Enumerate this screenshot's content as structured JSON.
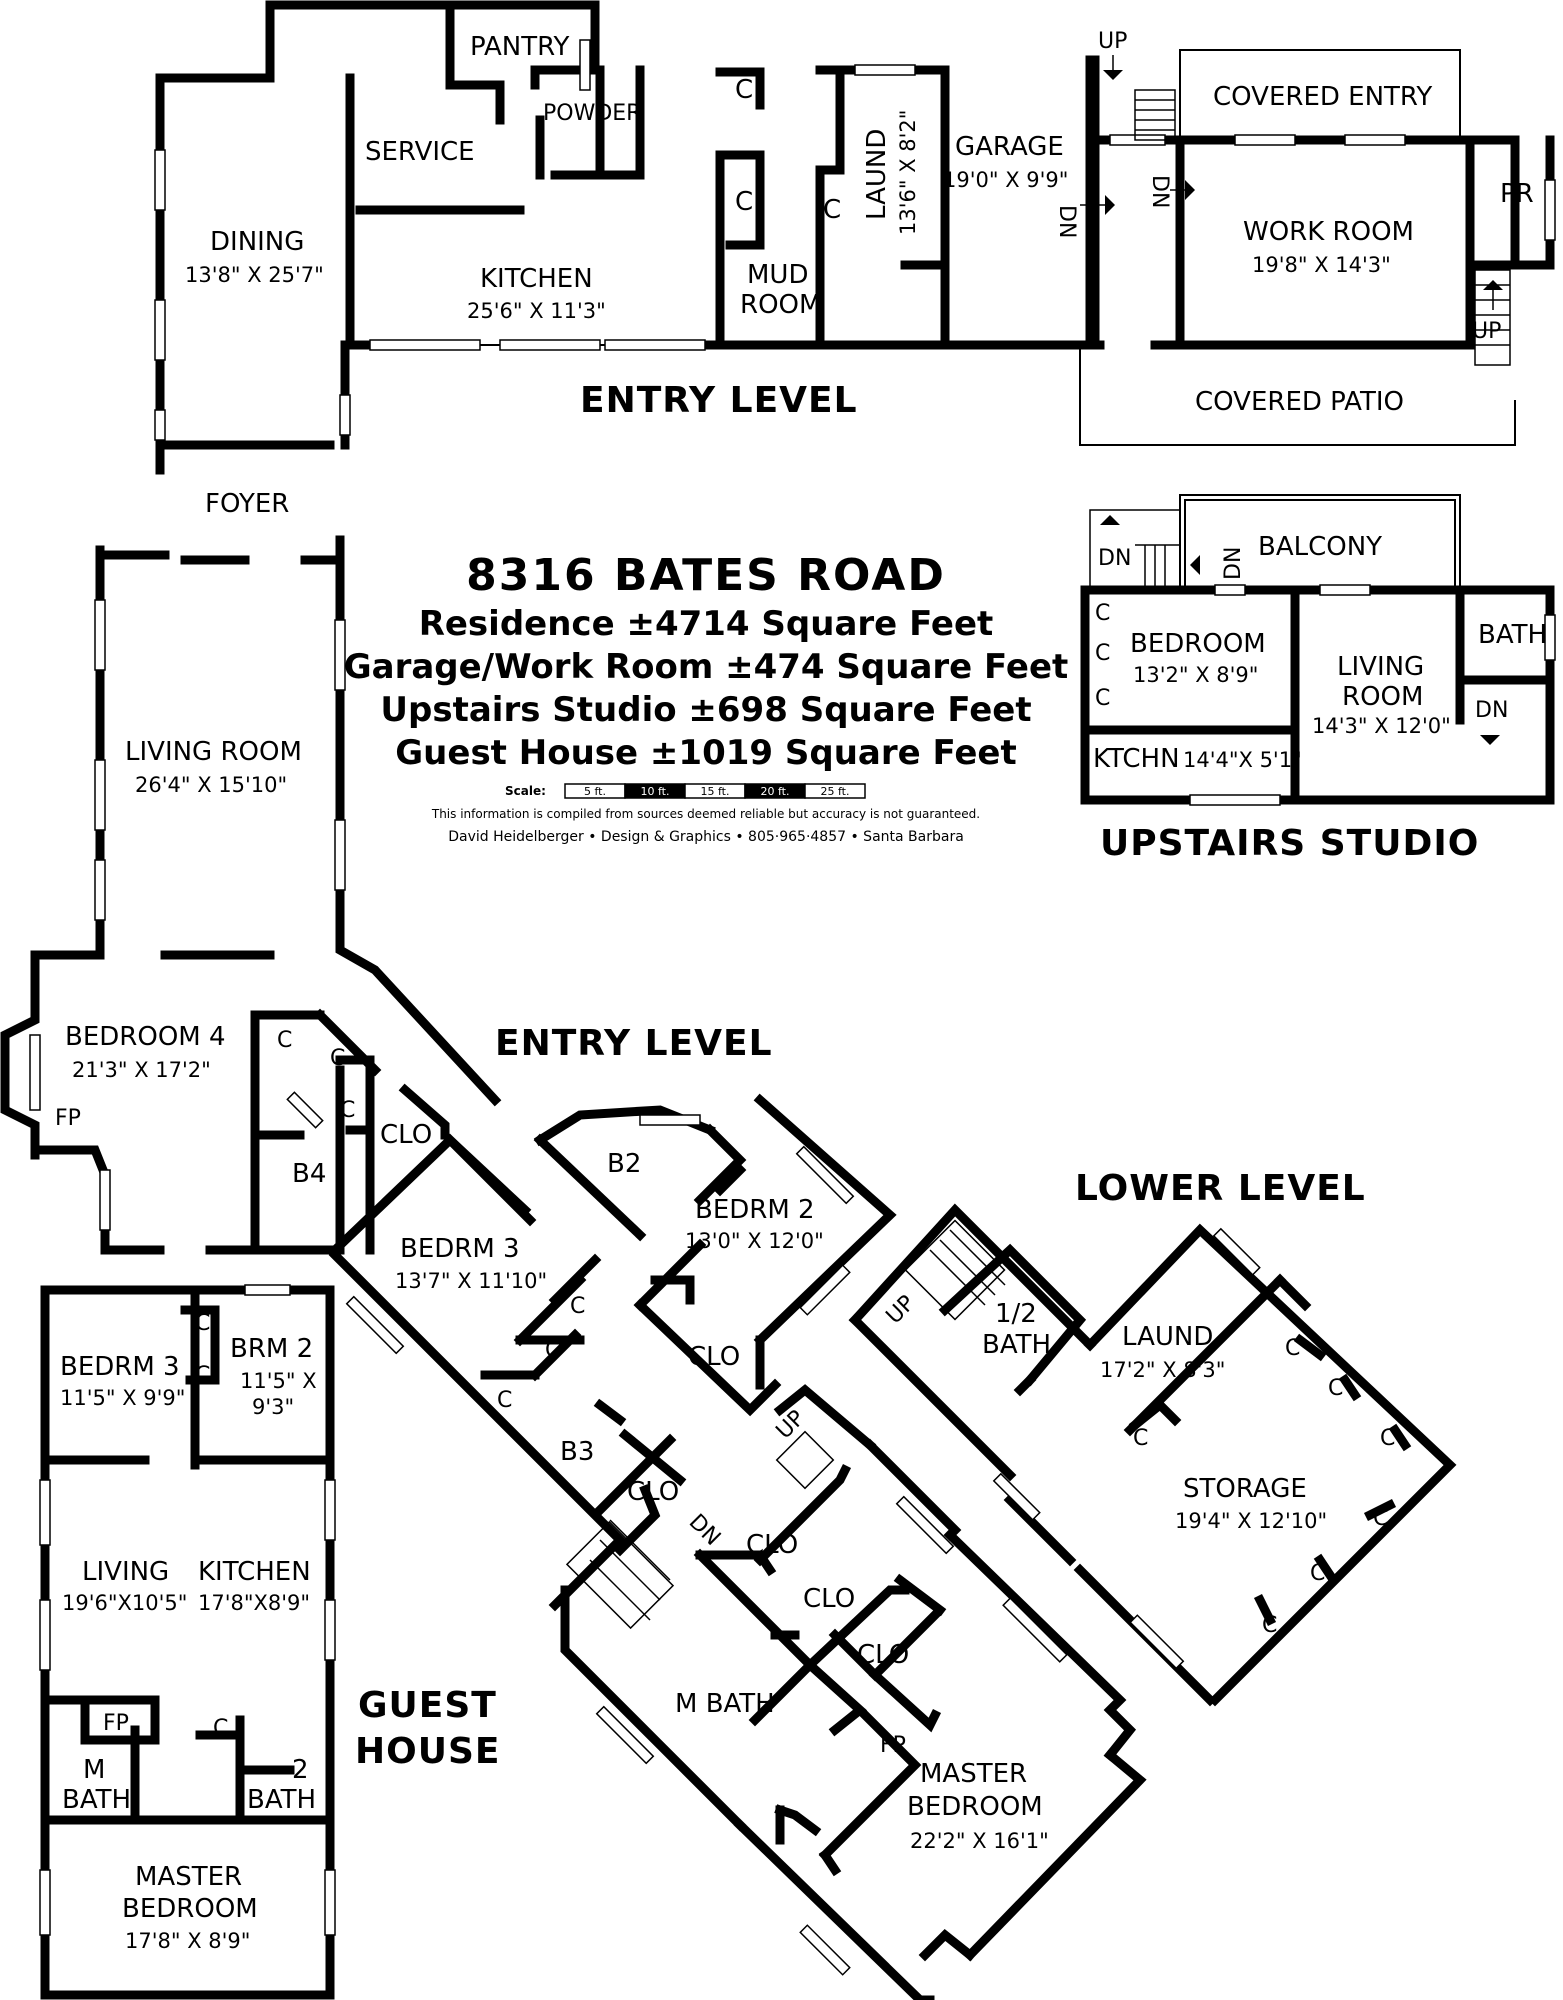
{
  "title": {
    "address": "8316 BATES ROAD",
    "lines": [
      "Residence ±4714 Square Feet",
      "Garage/Work Room ±474 Square Feet",
      "Upstairs Studio ±698 Square Feet",
      "Guest House ±1019 Square Feet"
    ],
    "scale_label": "Scale:",
    "scale_segments": [
      "5 ft.",
      "10 ft.",
      "15 ft.",
      "20 ft.",
      "25 ft."
    ],
    "disclaimer": "This information is compiled from sources deemed reliable but accuracy is not guaranteed.",
    "credit": "David Heidelberger • Design & Graphics • 805·965·4857 • Santa Barbara"
  },
  "levels": {
    "entry_top": "ENTRY LEVEL",
    "entry_mid": "ENTRY LEVEL",
    "lower": "LOWER LEVEL",
    "studio": "UPSTAIRS STUDIO",
    "guest_1": "GUEST",
    "guest_2": "HOUSE"
  },
  "rooms": {
    "pantry": "PANTRY",
    "powder": "POWDER",
    "service": "SERVICE",
    "dining": "DINING",
    "dining_dim": "13'8\" X 25'7\"",
    "kitchen": "KITCHEN",
    "kitchen_dim": "25'6\" X 11'3\"",
    "foyer": "FOYER",
    "mud_1": "MUD",
    "mud_2": "ROOM",
    "laund": "LAUND",
    "laund_dim": "13'6\" X 8'2\"",
    "garage": "GARAGE",
    "garage_dim": "19'0\" X 9'9\"",
    "covered_entry": "COVERED ENTRY",
    "work_room": "WORK ROOM",
    "work_room_dim": "19'8\" X 14'3\"",
    "pr": "PR",
    "covered_patio": "COVERED PATIO",
    "balcony": "BALCONY",
    "studio_bedroom": "BEDROOM",
    "studio_bedroom_dim": "13'2\" X 8'9\"",
    "studio_living_1": "LIVING",
    "studio_living_2": "ROOM",
    "studio_living_dim": "14'3\" X 12'0\"",
    "studio_bath": "BATH",
    "studio_kitchen": "KTCHN",
    "studio_kitchen_dim": "14'4\"X 5'1\"",
    "living_room": "LIVING ROOM",
    "living_room_dim": "26'4\" X 15'10\"",
    "bedroom4": "BEDROOM 4",
    "bedroom4_dim": "21'3\" X 17'2\"",
    "b4": "B4",
    "fp": "FP",
    "clo": "CLO",
    "c": "C",
    "bedrm3": "BEDRM 3",
    "bedrm3_dim": "13'7\" X 11'10\"",
    "b3": "B3",
    "b2": "B2",
    "bedrm2": "BEDRM 2",
    "bedrm2_dim": "13'0\" X 12'0\"",
    "half_bath_1": "1/2",
    "half_bath_2": "BATH",
    "lower_laund": "LAUND",
    "lower_laund_dim": "17'2\" X 8'3\"",
    "storage": "STORAGE",
    "storage_dim": "19'4\" X 12'10\"",
    "m_bath": "M BATH",
    "master_1": "MASTER",
    "master_2": "BEDROOM",
    "master_dim": "22'2\" X 16'1\"",
    "gh_bedrm3": "BEDRM 3",
    "gh_bedrm3_dim": "11'5\" X 9'9\"",
    "gh_brm2": "BRM 2",
    "gh_brm2_dim1": "11'5\" X",
    "gh_brm2_dim2": "9'3\"",
    "gh_living": "LIVING",
    "gh_living_dim": "19'6\"X10'5\"",
    "gh_kitchen": "KITCHEN",
    "gh_kitchen_dim": "17'8\"X8'9\"",
    "gh_mbath_1": "M",
    "gh_mbath_2": "BATH",
    "gh_bath2_1": "2",
    "gh_bath2_2": "BATH",
    "gh_master_1": "MASTER",
    "gh_master_2": "BEDROOM",
    "gh_master_dim": "17'8\" X 8'9\""
  },
  "stairs": {
    "up": "UP",
    "dn": "DN"
  }
}
